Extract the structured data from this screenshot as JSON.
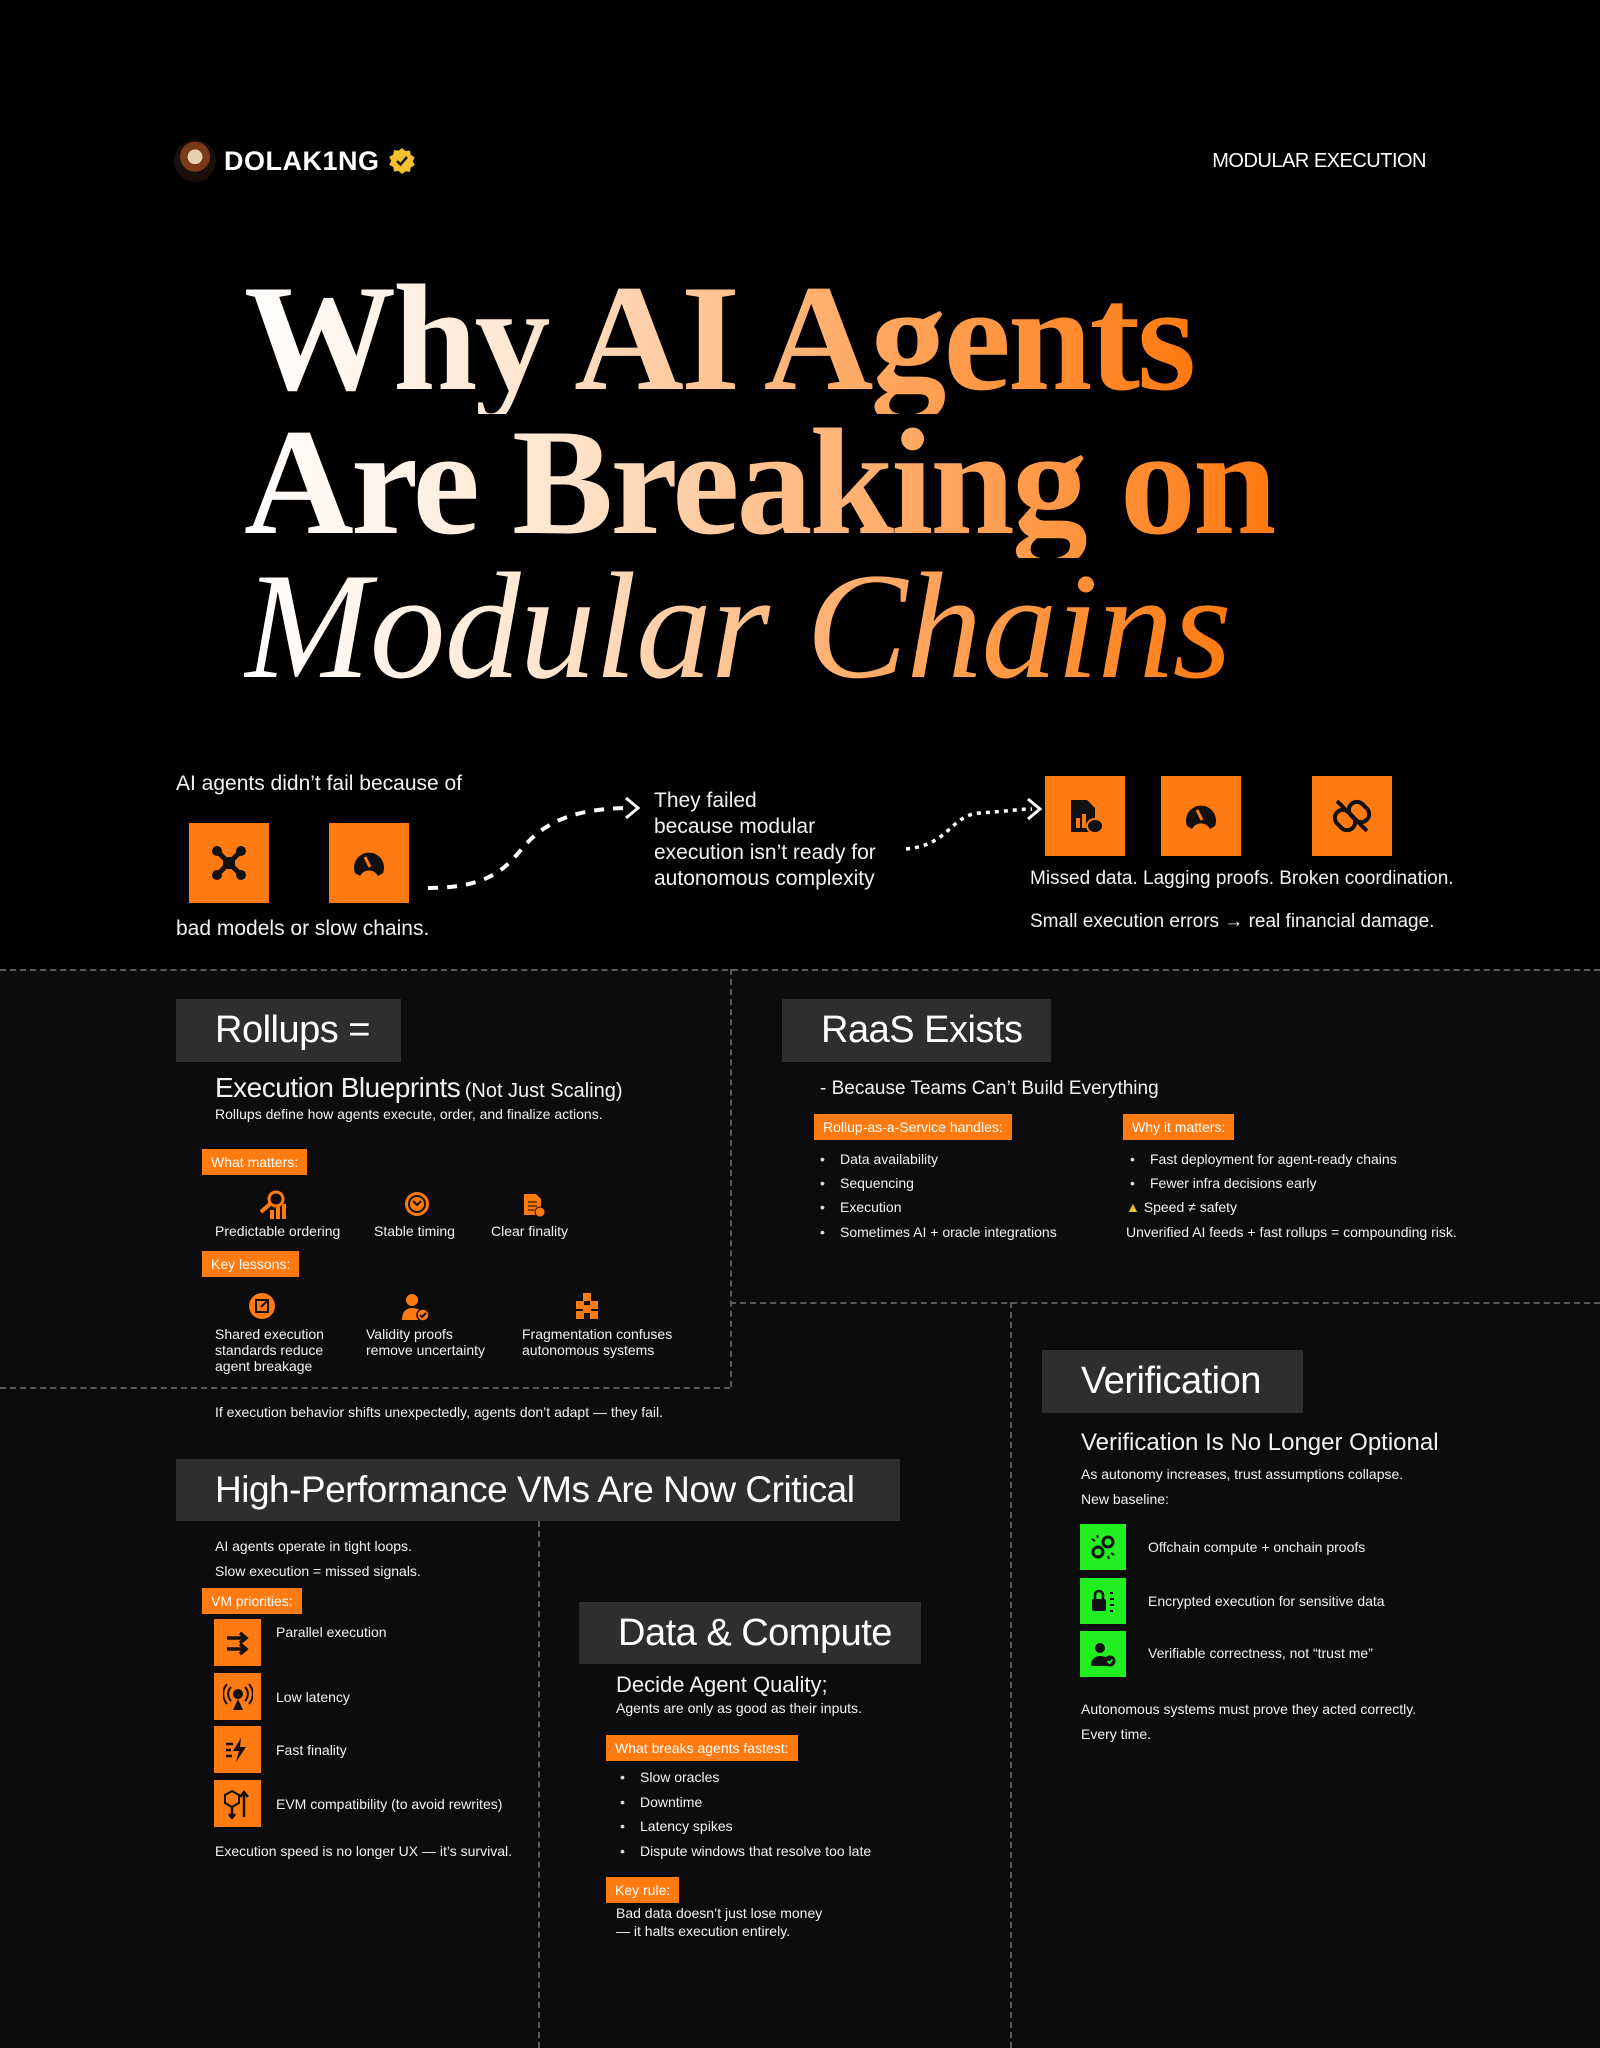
{
  "header": {
    "brand": "DOLAK1NG",
    "section": "MODULAR EXECUTION",
    "verified_icon": "verified-badge-icon"
  },
  "title": {
    "line1": "Why AI Agents",
    "line2": "Are Breaking on",
    "line3": "Modular Chains"
  },
  "intro": {
    "left_top": "AI agents didn’t fail because of",
    "left_bottom": "bad models or slow chains.",
    "middle": [
      "They failed",
      "because modular",
      "execution isn’t ready for",
      "autonomous complexity"
    ],
    "right_line1": "Missed data. Lagging proofs. Broken coordination.",
    "right_line2": "Small execution errors → real financial damage."
  },
  "rollups": {
    "heading": "Rollups =",
    "subtitle": "Execution Blueprints",
    "subtitle_note": "(Not Just Scaling)",
    "desc": "Rollups define how agents execute, order, and finalize actions.",
    "matters_tag": "What matters:",
    "matters": [
      "Predictable ordering",
      "Stable timing",
      "Clear finality"
    ],
    "lessons_tag": "Key lessons:",
    "lessons": [
      [
        "Shared execution",
        "standards reduce",
        "agent breakage"
      ],
      [
        "Validity proofs",
        "remove uncertainty"
      ],
      [
        "Fragmentation confuses",
        "autonomous systems"
      ]
    ],
    "footer": "If execution behavior shifts unexpectedly, agents don’t adapt — they fail."
  },
  "raas": {
    "heading": "RaaS Exists",
    "subtitle": "- Because Teams Can’t Build Everything",
    "handles_tag": "Rollup-as-a-Service handles:",
    "handles": [
      "Data availability",
      "Sequencing",
      "Execution",
      "Sometimes AI + oracle integrations"
    ],
    "why_tag": "Why it matters:",
    "why": [
      "Fast deployment for agent-ready chains",
      "Fewer infra decisions early"
    ],
    "warning": "Speed ≠ safety",
    "risk": "Unverified AI feeds + fast rollups = compounding risk."
  },
  "vms": {
    "heading": "High-Performance VMs Are Now Critical",
    "line1": "AI agents operate in tight loops.",
    "line2": "Slow execution = missed signals.",
    "tag": "VM priorities:",
    "priorities": [
      "Parallel execution",
      "Low latency",
      "Fast finality",
      "EVM compatibility (to avoid rewrites)"
    ],
    "footer": "Execution speed is no longer UX — it’s survival."
  },
  "data_compute": {
    "heading": "Data & Compute",
    "subtitle": "Decide Agent Quality;",
    "desc": "Agents are only as good as their inputs.",
    "breaks_tag": "What breaks agents fastest:",
    "breaks": [
      "Slow oracles",
      "Downtime",
      "Latency spikes",
      "Dispute windows that resolve too late"
    ],
    "rule_tag": "Key rule:",
    "rule": [
      "Bad data doesn’t just lose money",
      "— it halts execution entirely."
    ]
  },
  "verification": {
    "heading": "Verification",
    "subtitle": "Verification Is No Longer Optional",
    "line1": "As autonomy increases, trust assumptions collapse.",
    "line2": "New baseline:",
    "items": [
      "Offchain compute + onchain proofs",
      "Encrypted execution for sensitive data",
      "Verifiable correctness, not “trust me”"
    ],
    "footer1": "Autonomous systems must prove they acted correctly.",
    "footer2": "Every time."
  },
  "colors": {
    "accent": "#ff7a10",
    "green": "#22ee22",
    "panel": "#2e2e2e",
    "background": "#000000"
  }
}
